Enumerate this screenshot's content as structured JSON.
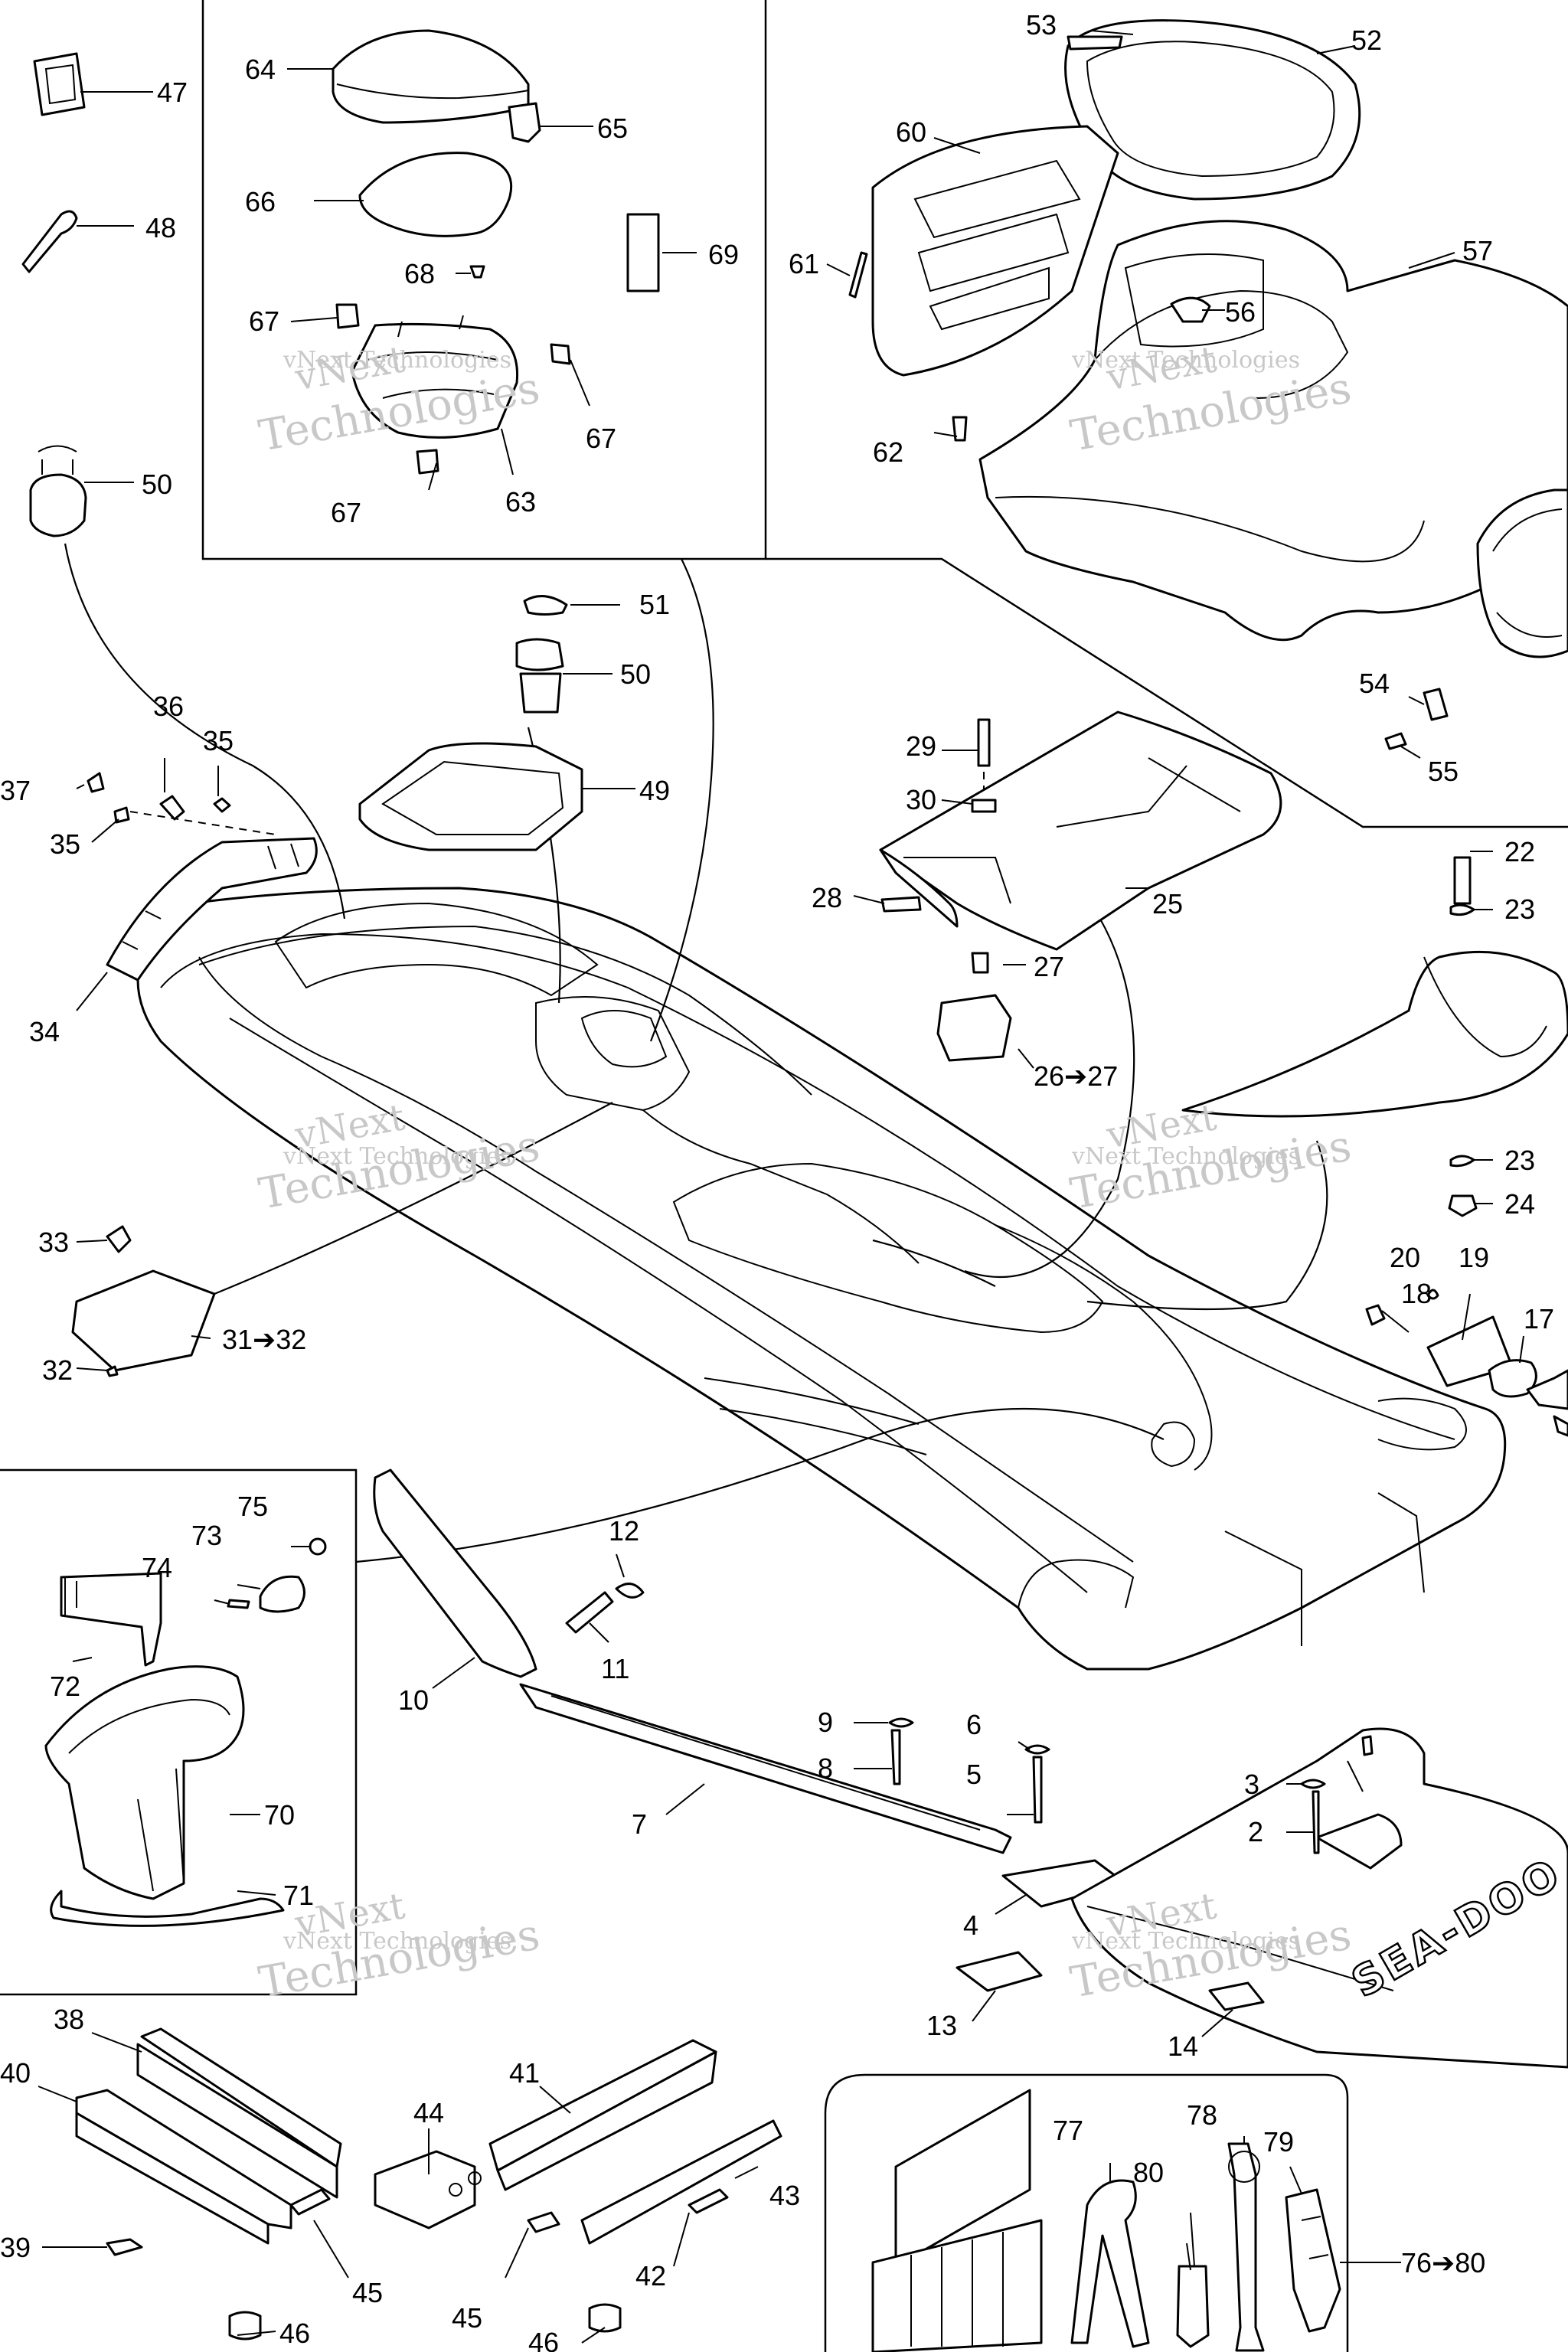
{
  "watermark": {
    "line1": "vNext",
    "line2": "Technologies",
    "line3": "vNext Technologies"
  },
  "callouts": {
    "c2": "2",
    "c3": "3",
    "c4": "4",
    "c5": "5",
    "c6": "6",
    "c7": "7",
    "c8": "8",
    "c9": "9",
    "c10": "10",
    "c11": "11",
    "c12": "12",
    "c13": "13",
    "c14": "14",
    "c17": "17",
    "c18": "18",
    "c19": "19",
    "c20": "20",
    "c22": "22",
    "c23a": "23",
    "c23b": "23",
    "c24": "24",
    "c25": "25",
    "c26": "26➔27",
    "c27": "27",
    "c28": "28",
    "c29": "29",
    "c30": "30",
    "c31": "31➔32",
    "c32": "32",
    "c33": "33",
    "c34": "34",
    "c35a": "35",
    "c35b": "35",
    "c36": "36",
    "c37": "37",
    "c38": "38",
    "c39": "39",
    "c40": "40",
    "c41": "41",
    "c42": "42",
    "c43": "43",
    "c44": "44",
    "c45a": "45",
    "c45b": "45",
    "c46a": "46",
    "c46b": "46",
    "c47": "47",
    "c48": "48",
    "c49": "49",
    "c50a": "50",
    "c50b": "50",
    "c51": "51",
    "c52": "52",
    "c53": "53",
    "c54": "54",
    "c55": "55",
    "c56": "56",
    "c57": "57",
    "c60": "60",
    "c61": "61",
    "c62": "62",
    "c63": "63",
    "c64": "64",
    "c65": "65",
    "c66": "66",
    "c67a": "67",
    "c67b": "67",
    "c67c": "67",
    "c68": "68",
    "c69": "69",
    "c70": "70",
    "c71": "71",
    "c72": "72",
    "c73": "73",
    "c74": "74",
    "c75": "75",
    "c76": "76➔80",
    "c77": "77",
    "c78": "78",
    "c79": "79",
    "c80": "80"
  },
  "logo_text": "SEA-DOO"
}
